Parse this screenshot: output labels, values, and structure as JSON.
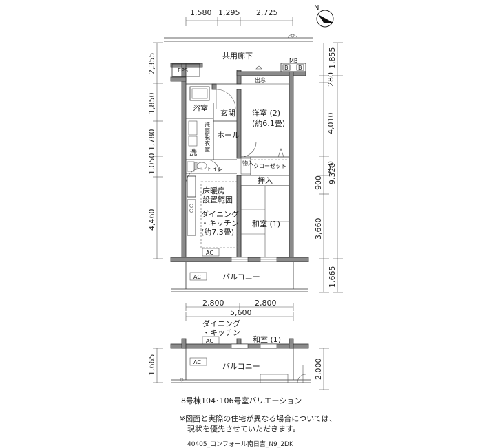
{
  "dims": {
    "top": [
      "1,580",
      "1,295",
      "2,725"
    ],
    "left": [
      "2,355",
      "1,850",
      "1,780",
      "1,050",
      "4,460"
    ],
    "right_outer": [
      "1,855",
      "9,320",
      "1,665"
    ],
    "right_inner": [
      "280",
      "4,010",
      "750",
      "900",
      "3,660"
    ],
    "bottom_half": [
      "2,800",
      "2,800"
    ],
    "bottom_total": "5,600",
    "variant_left": "1,665",
    "variant_right": "2,000"
  },
  "labels": {
    "corridor": "共用廊下",
    "eps": "EPS",
    "mb": "MB",
    "b1": "B",
    "b2": "B",
    "window": "出窓",
    "bath": "浴室",
    "entrance": "玄関",
    "hall": "ホール",
    "washroom_1": "洗",
    "washroom_2": "面",
    "washroom_3": "脱",
    "washroom_4": "衣",
    "washroom_5": "室",
    "wash": "洗",
    "toilet": "トイレ",
    "storage": "物入",
    "closet": "クローゼット",
    "oshiire": "押入",
    "floor_heat_1": "床暖房",
    "floor_heat_2": "設置範囲",
    "dk_1": "ダイニング",
    "dk_2": "・キッチン",
    "dk_3": "(約7.3畳)",
    "western_1": "洋室 (2)",
    "western_2": "(約6.1畳)",
    "japanese": "和室 (1)",
    "ac1": "AC",
    "ac2": "AC",
    "balcony": "バルコニー",
    "v_dk_1": "ダイニング",
    "v_dk_2": "・キッチン",
    "v_ac1": "AC",
    "v_ac2": "AC",
    "v_japanese": "和室 (1)",
    "v_balcony": "バルコニー"
  },
  "north": "N",
  "caption": {
    "variation": "8号棟104･106号室バリエーション",
    "note_1": "※図面と実際の住宅が異なる場合については、",
    "note_2": "現状を優先させていただきます。",
    "footer": "40405_コンフォール南日吉_N9_2DK"
  }
}
